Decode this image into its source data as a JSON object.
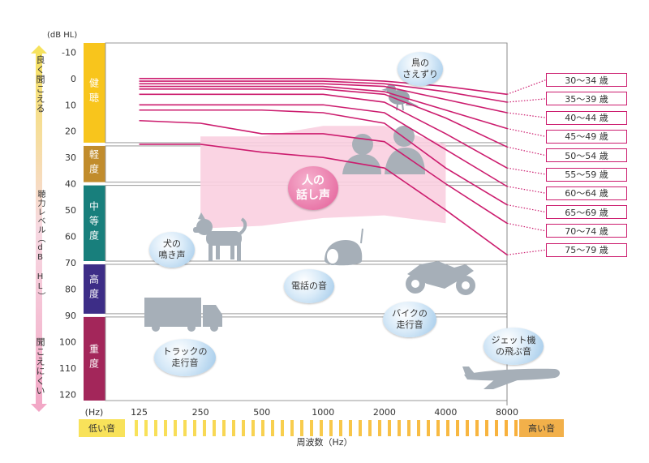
{
  "chart_data": {
    "type": "line",
    "ylabel_unit": "(dB HL)",
    "xlabel": "周波数（Hz）",
    "x_unit": "(Hz)",
    "x": [
      125,
      250,
      500,
      1000,
      2000,
      4000,
      8000
    ],
    "x_tick_labels": [
      "125",
      "250",
      "500",
      "1000",
      "2000",
      "4000",
      "8000"
    ],
    "y_ticks": [
      -10,
      0,
      10,
      20,
      30,
      40,
      50,
      60,
      70,
      80,
      90,
      100,
      110,
      120
    ],
    "ylim": [
      -10,
      123
    ],
    "y_inverted": true,
    "x_scale": "log",
    "series": [
      {
        "name": "30〜34 歳",
        "values": [
          0,
          0,
          0,
          0,
          1,
          3,
          6
        ]
      },
      {
        "name": "35〜39 歳",
        "values": [
          1,
          1,
          1,
          1,
          2,
          5,
          9
        ]
      },
      {
        "name": "40〜44 歳",
        "values": [
          2,
          2,
          2,
          2,
          3,
          8,
          13
        ]
      },
      {
        "name": "45〜49 歳",
        "values": [
          3,
          3,
          3,
          3,
          5,
          12,
          19
        ]
      },
      {
        "name": "50〜54 歳",
        "values": [
          4,
          4,
          4,
          4,
          6,
          15,
          26
        ]
      },
      {
        "name": "55〜59 歳",
        "values": [
          6,
          6,
          6,
          6,
          9,
          21,
          34
        ]
      },
      {
        "name": "60〜64 歳",
        "values": [
          10,
          10,
          10,
          10,
          13,
          27,
          41
        ]
      },
      {
        "name": "65〜69 歳",
        "values": [
          12,
          12,
          12,
          13,
          17,
          34,
          48
        ]
      },
      {
        "name": "70〜74 歳",
        "values": [
          16,
          17,
          21,
          21,
          24,
          40,
          55
        ]
      },
      {
        "name": "75〜79 歳",
        "values": [
          25,
          25,
          28,
          30,
          34,
          50,
          67
        ]
      }
    ],
    "zones": [
      {
        "label": "健聴",
        "from": -10,
        "to": 25,
        "color": "#f8c51c"
      },
      {
        "label": "軽度",
        "from": 25,
        "to": 40,
        "color": "#c18c2c"
      },
      {
        "label": "中等度",
        "from": 40,
        "to": 70,
        "color": "#187f7c"
      },
      {
        "label": "高度",
        "from": 70,
        "to": 90,
        "color": "#3d2d87"
      },
      {
        "label": "重度",
        "from": 90,
        "to": 123,
        "color": "#a3265a"
      }
    ],
    "speech_band": {
      "label": "人の\n話し声",
      "x": [
        250,
        500,
        1000,
        2000,
        4000
      ],
      "upper": [
        22,
        22,
        18,
        18,
        25
      ],
      "lower": [
        57,
        56,
        53,
        52,
        55
      ]
    },
    "sounds": [
      {
        "label": "鳥の\nさえずり",
        "icon": "bird-icon"
      },
      {
        "label": "犬の\n鳴き声",
        "icon": "dog-icon"
      },
      {
        "label": "電話の音",
        "icon": "telephone-icon"
      },
      {
        "label": "バイクの\n走行音",
        "icon": "motorcycle-icon"
      },
      {
        "label": "トラックの\n走行音",
        "icon": "truck-icon"
      },
      {
        "label": "ジェット機\nの飛ぶ音",
        "icon": "airplane-icon"
      }
    ],
    "colors": {
      "lines": "#cc1c6e",
      "speech_band": "#f9cfe0",
      "grid": "#aaaaaa"
    }
  },
  "axis_side": {
    "top_label": "良く聞こえる",
    "middle_label": "聴力レベル（dB HL）",
    "bottom_label": "聞こえにくい"
  },
  "freq_bar": {
    "low_label": "低い音",
    "high_label": "高い音"
  }
}
